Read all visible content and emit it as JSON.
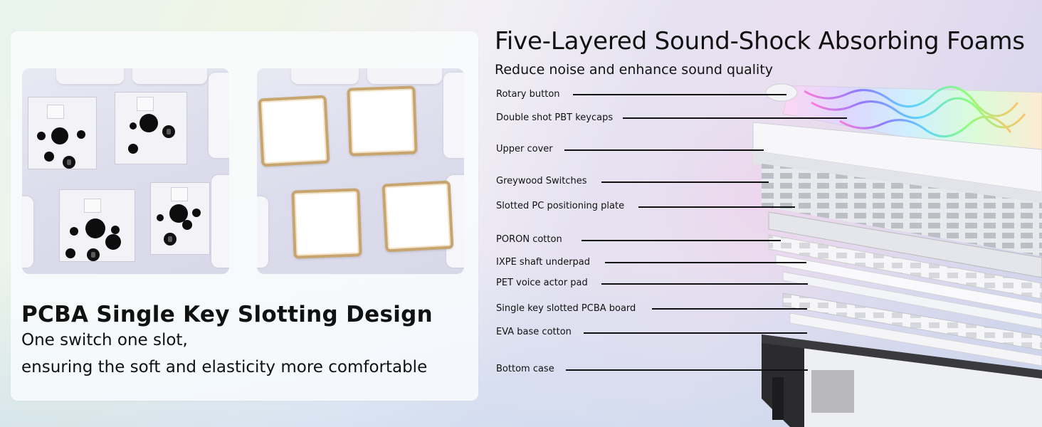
{
  "left_panel": {
    "heading": "PCBA Single Key Slotting Design",
    "line1": "One switch one slot,",
    "line2": "ensuring the soft and elasticity more comfortable",
    "photo_left": "pcba-switch-slots",
    "photo_right": "pcba-slot-pads"
  },
  "right_panel": {
    "heading": "Five-Layered Sound-Shock Absorbing Foams",
    "subheading": "Reduce noise and enhance sound quality",
    "layers": [
      "Rotary button",
      "Double shot PBT keycaps",
      "Upper cover",
      "Greywood Switches",
      "Slotted PC positioning plate",
      "PORON cotton",
      "IXPE shaft underpad",
      "PET voice actor pad",
      "Single key slotted PCBA board",
      "EVA base cotton",
      "Bottom case"
    ]
  },
  "colors": {
    "pad_border": "#c8a56f",
    "text": "#111111",
    "card": "#f8fbfc"
  }
}
